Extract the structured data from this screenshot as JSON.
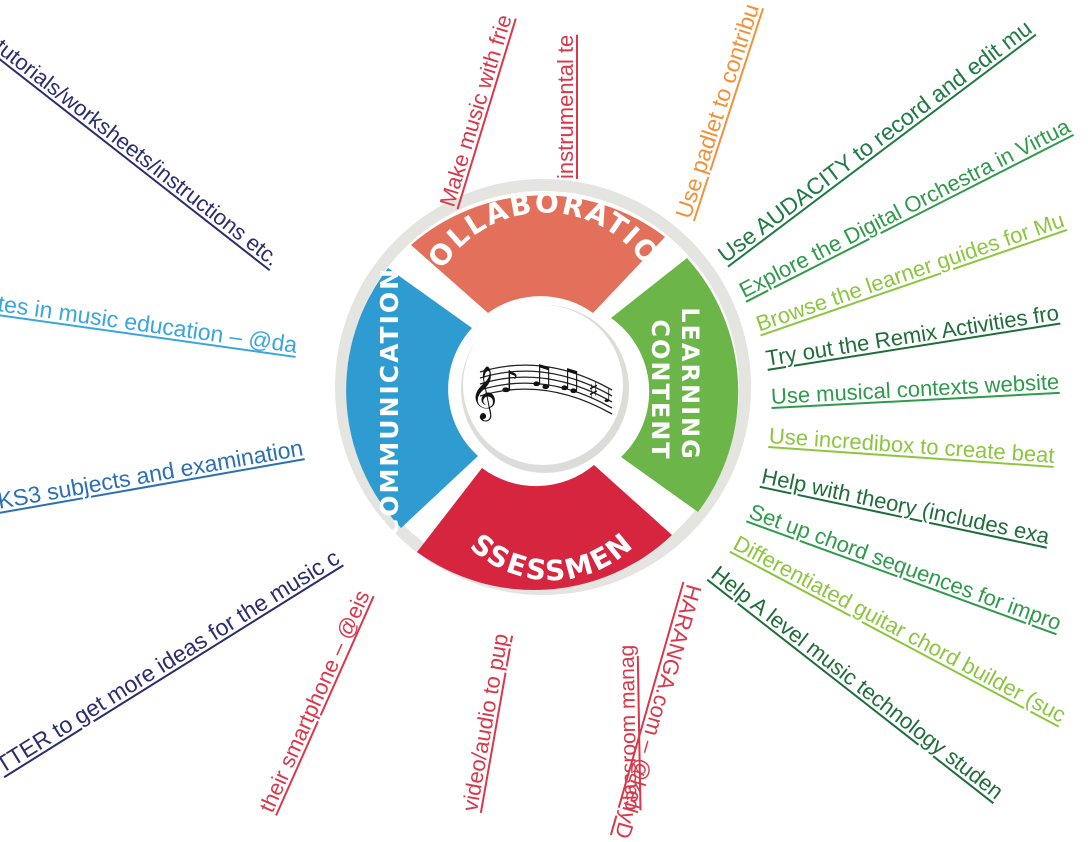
{
  "wheel": {
    "segments": {
      "collaboration": {
        "label": "COLLABORATION",
        "color": "#e2705a"
      },
      "learning": {
        "label_line1": "LEARNING",
        "label_line2": "CONTENT",
        "color": "#6cb649"
      },
      "assessment": {
        "label": "ASSESSMENT",
        "color": "#d6253f"
      },
      "communication": {
        "label": "COMMUNICATION",
        "color": "#2e9cd0"
      }
    },
    "center_icon": "music-staff-notes-icon"
  },
  "rays": {
    "top_left": "tutorials/worksheets/instructions etc.",
    "top_1": "Make music with frie",
    "top_2": "instrumental te",
    "top_3": "Use padlet to contribu",
    "left_1": "tes in music education – @da",
    "left_2": "KS3 subjects and examination",
    "left_3": "TTER to get more ideas for the music c",
    "right_1": "Use AUDACITY to record and edit mu",
    "right_2": "Explore the Digital Orchestra in Virtua",
    "right_3": "Browse the learner guides for Mu",
    "right_4": "Try out the Remix Activities fro",
    "right_5": "Use musical contexts website",
    "right_6": "Use incredibox to create beat",
    "right_7": "Help with theory (includes exa",
    "right_8": "Set up chord sequences for impro",
    "right_9": "Differentiated guitar chord builder (suc",
    "right_10": "Help A level music technology studen",
    "bottom_1": "their smartphone – @eis",
    "bottom_2": "video/audio to pup",
    "bottom_3": "classroom manag",
    "bottom_4": "HARANGA.com – @kellyD"
  },
  "colors": {
    "navy": "#2b2d6e",
    "red": "#d9384a",
    "orange": "#f0923a",
    "light_blue": "#3aa5de",
    "blue": "#2b6fb5",
    "dark_green": "#1f7a43",
    "green": "#2f9a4c",
    "light_green": "#8cc63f"
  }
}
